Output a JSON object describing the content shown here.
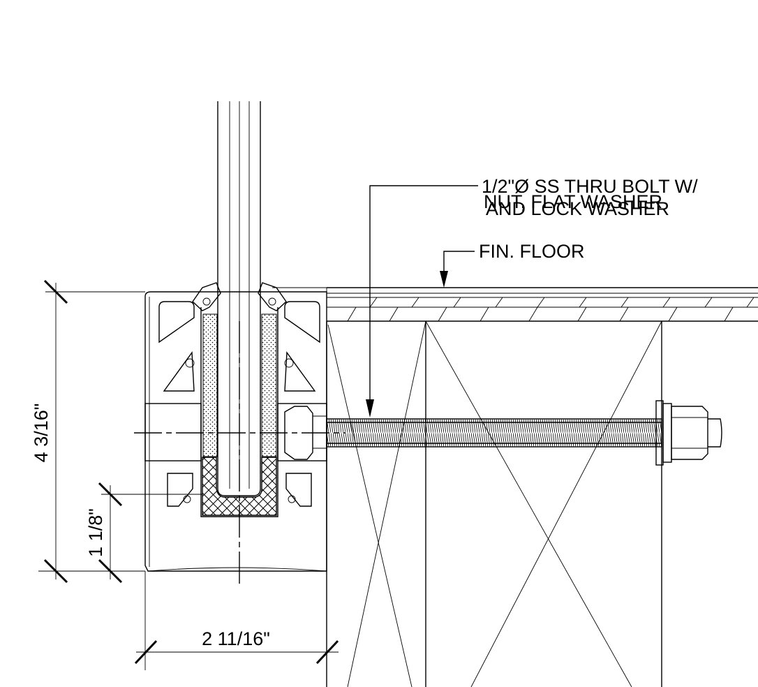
{
  "labels": {
    "bolt_line1": "1/2\"Ø SS THRU BOLT W/",
    "bolt_line2": "NUT, FLAT WASHER",
    "bolt_line3": "AND LOCK WASHER",
    "floor": "FIN. FLOOR"
  },
  "dimensions": {
    "height": "4 3/16\"",
    "lower": "1 1/8\"",
    "width": "2 11/16\""
  },
  "colors": {
    "line": "#000000",
    "background": "#ffffff"
  }
}
